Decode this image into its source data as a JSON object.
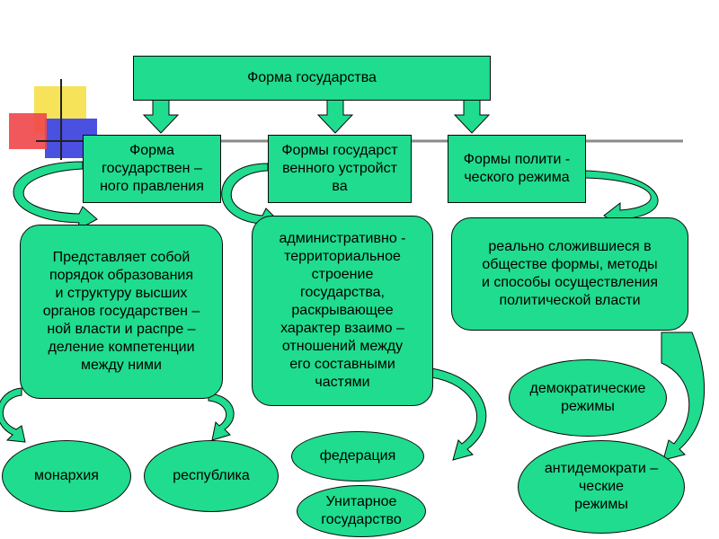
{
  "title": "Форма государства",
  "categories": [
    "Форма\nгосударствен –\nного правления",
    "Формы государст\nвенного устройст\nва",
    "Формы полити -\nческого режима"
  ],
  "descriptions": [
    "Представляет собой\nпорядок образования\nи структуру высших\nорганов государствен –\nной власти и распре –\nделение компетенции\nмежду ними",
    "административно -\nтерриториальное\nстроение\nгосударства,\nраскрывающее\nхарактер взаимо –\nотношений между\nего составными\nчастями",
    "реально сложившиеся в\nобществе формы, методы\nи способы осуществления\nполитической власти"
  ],
  "types": {
    "monarchy": "монархия",
    "republic": "республика",
    "federation": "федерация",
    "unitary": "Унитарное\nгосударство",
    "democratic": "демократические\nрежимы",
    "antidemocratic": "антидемократи –\nческие\nрежимы"
  },
  "colors": {
    "fill": "#1fdc8e",
    "stroke": "#0a0a0a",
    "deco_yellow": "#f7e35a",
    "deco_red": "#f0464a",
    "deco_blue": "#4a50e0"
  }
}
